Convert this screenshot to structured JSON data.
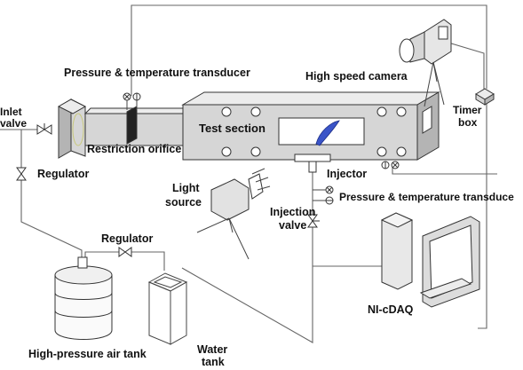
{
  "labels": {
    "pt_top": "Pressure & temperature transducer",
    "camera": "High speed camera",
    "inlet_1": "Inlet",
    "inlet_2": "valve",
    "timer_1": "Timer",
    "timer_2": "box",
    "test_section": "Test section",
    "restriction": "Restriction orifice",
    "regulator_left": "Regulator",
    "injector": "Injector",
    "pt_right": "Pressure & temperature transduce",
    "light_1": "Light",
    "light_2": "source",
    "inj_valve_1": "Injection",
    "inj_valve_2": "valve",
    "regulator_bottom": "Regulator",
    "ni": "NI-cDAQ",
    "air_tank": "High-pressure air tank",
    "water_1": "Water",
    "water_2": "tank"
  },
  "colors": {
    "line": "#666666",
    "metal_face": "#d6d6d6",
    "metal_top": "#ececec",
    "metal_side": "#b4b4b4",
    "window_glass": "#ffffff",
    "spray": "#3a54c8",
    "orifice": "#222222"
  }
}
